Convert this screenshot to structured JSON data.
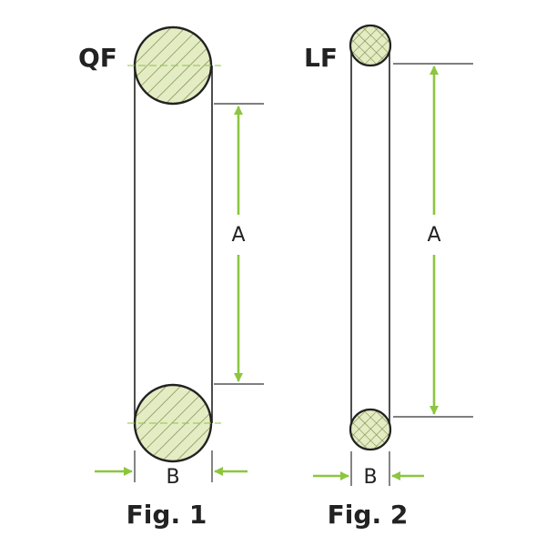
{
  "figures": [
    {
      "type_label": "QF",
      "fig_label": "Fig. 1",
      "dim_a": "A",
      "dim_b": "B",
      "hatch": "diagonal"
    },
    {
      "type_label": "LF",
      "fig_label": "Fig. 2",
      "dim_a": "A",
      "dim_b": "B",
      "hatch": "crosshatch"
    }
  ],
  "colors": {
    "outline": "#222222",
    "section_fill": "#e4ecc4",
    "hatch": "#7a8a4a",
    "dimension": "#8cc63f",
    "extension": "#333333"
  }
}
